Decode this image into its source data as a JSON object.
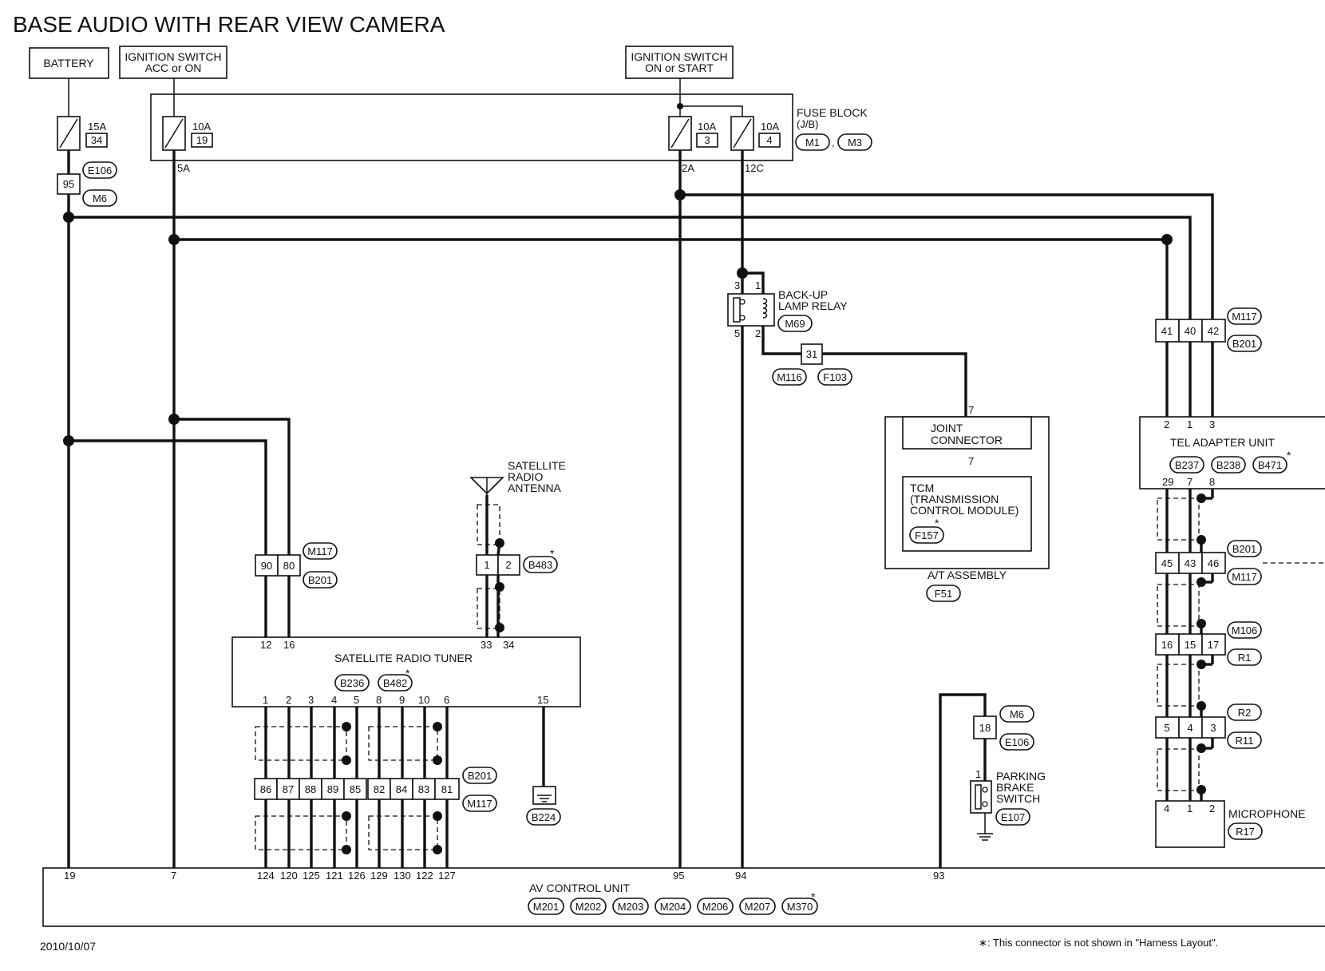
{
  "title": "BASE AUDIO WITH REAR VIEW CAMERA",
  "date": "2010/10/07",
  "footnote": "∗: This connector is not shown in \"Harness Layout\".",
  "battery": "BATTERY",
  "ign_acc": [
    "IGNITION SWITCH",
    "ACC or ON"
  ],
  "ign_start": [
    "IGNITION SWITCH",
    "ON or START"
  ],
  "fuse_block": {
    "label": [
      "FUSE BLOCK",
      "(J/B)"
    ],
    "conns": [
      "M1",
      "M3"
    ],
    "fuses": [
      {
        "amp": "15A",
        "num": "34"
      },
      {
        "amp": "10A",
        "num": "19"
      },
      {
        "amp": "10A",
        "num": "3"
      },
      {
        "amp": "10A",
        "num": "4"
      }
    ],
    "pins": [
      "5A",
      "2A",
      "12C"
    ]
  },
  "c95": {
    "pin": "95",
    "conns": [
      "E106",
      "M6"
    ]
  },
  "relay": {
    "label": [
      "BACK-UP",
      "LAMP RELAY"
    ],
    "conn": "M69",
    "pins": [
      "3",
      "1",
      "5",
      "2"
    ]
  },
  "c31": {
    "pin": "31",
    "conns": [
      "M116",
      "F103"
    ]
  },
  "joint_connector": {
    "label": [
      "JOINT",
      "CONNECTOR"
    ],
    "pin": "7"
  },
  "tcm": {
    "label": [
      "TCM",
      "(TRANSMISSION",
      "CONTROL MODULE)"
    ],
    "conn": "F157",
    "pin": "7"
  },
  "at_assembly": {
    "label": "A/T ASSEMBLY",
    "conn": "F51"
  },
  "c_tel_top": {
    "pins": [
      "41",
      "40",
      "42"
    ],
    "conns": [
      "M117",
      "B201"
    ]
  },
  "tel_adapter": {
    "label": "TEL ADAPTER UNIT",
    "conns": [
      "B237",
      "B238",
      "B471"
    ],
    "pins_top": [
      "2",
      "1",
      "3"
    ],
    "pins_bot": [
      "29",
      "7",
      "8"
    ]
  },
  "c_tel_1": {
    "pins": [
      "45",
      "43",
      "46"
    ],
    "conns": [
      "B201",
      "M117"
    ]
  },
  "c_tel_2": {
    "pins": [
      "16",
      "15",
      "17"
    ],
    "conns": [
      "M106",
      "R1"
    ]
  },
  "c_tel_3": {
    "pins": [
      "5",
      "4",
      "3"
    ],
    "conns": [
      "R2",
      "R11"
    ]
  },
  "microphone": {
    "label": "MICROPHONE",
    "conn": "R17",
    "pins": [
      "4",
      "1",
      "2"
    ]
  },
  "sat_antenna": {
    "label": [
      "SATELLITE",
      "RADIO",
      "ANTENNA"
    ]
  },
  "c_ant": {
    "pins": [
      "1",
      "2"
    ],
    "conn": "B483"
  },
  "c_90_80": {
    "pins": [
      "90",
      "80"
    ],
    "conns": [
      "M117",
      "B201"
    ]
  },
  "sat_tuner": {
    "label": "SATELLITE RADIO TUNER",
    "conns": [
      "B236",
      "B482"
    ],
    "pins_top": [
      "12",
      "16",
      "33",
      "34"
    ],
    "pins_bot": [
      "1",
      "2",
      "3",
      "4",
      "5",
      "8",
      "9",
      "10",
      "6",
      "15"
    ]
  },
  "c_row": {
    "pins": [
      "86",
      "87",
      "88",
      "89",
      "85",
      "82",
      "84",
      "83",
      "81"
    ],
    "conns": [
      "B201",
      "M117"
    ]
  },
  "ground_b224": "B224",
  "c18": {
    "pin": "18",
    "conns": [
      "M6",
      "E106"
    ]
  },
  "parking_brake": {
    "label": [
      "PARKING",
      "BRAKE",
      "SWITCH"
    ],
    "conn": "E107",
    "pin": "1"
  },
  "av_unit": {
    "label": "AV CONTROL UNIT",
    "conns": [
      "M201",
      "M202",
      "M203",
      "M204",
      "M206",
      "M207",
      "M370"
    ],
    "pins": [
      "19",
      "7",
      "124",
      "120",
      "125",
      "121",
      "126",
      "129",
      "130",
      "122",
      "127",
      "95",
      "94",
      "93"
    ]
  }
}
